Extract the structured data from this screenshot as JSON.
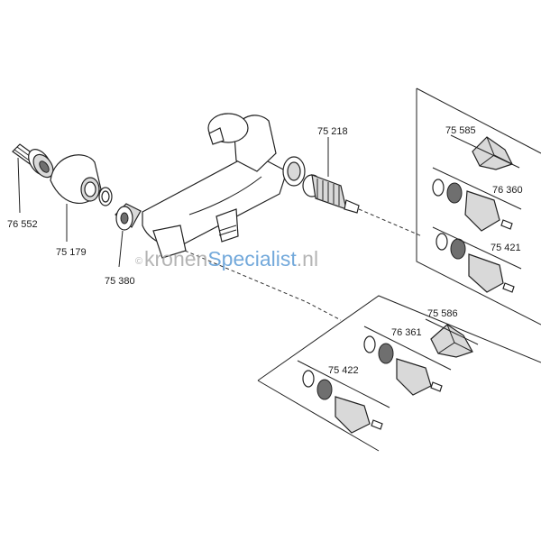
{
  "labels": {
    "p76552": "76 552",
    "p75179": "75 179",
    "p75380": "75 380",
    "p75218": "75 218",
    "p75585": "75 585",
    "p76360": "76 360",
    "p75421": "75 421",
    "p75586": "75 586",
    "p76361": "76 361",
    "p75422": "75 422"
  },
  "watermark": {
    "copyright": "©",
    "part1": "kronen",
    "part2": "Specialist",
    "part3": ".nl",
    "color_gray": "#a8a8a8",
    "color_blue": "#5b9bd5"
  }
}
